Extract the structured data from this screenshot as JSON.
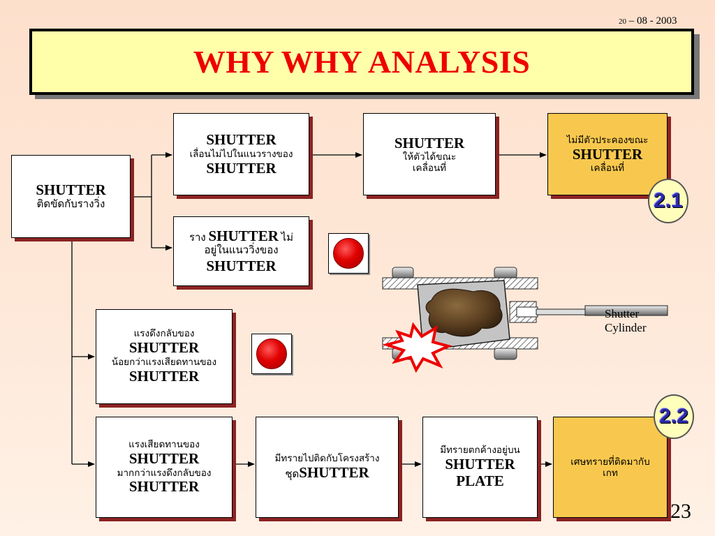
{
  "date": {
    "day": "20",
    "rest": " – 08 - 2003"
  },
  "title": "WHY WHY ANALYSIS",
  "root": {
    "line1": "SHUTTER",
    "line2": "ติดขัดกับรางวิ่ง"
  },
  "row1": {
    "box1": {
      "line1": "SHUTTER",
      "line2": "เลื่อนไม่ไปในแนวรางของ",
      "line3": "SHUTTER"
    },
    "box2": {
      "line1": "SHUTTER",
      "line2": "ให้ตัวได้ขณะ",
      "line3": "เคลื่อนที่"
    },
    "box3": {
      "line1": "ไม่มีตัวประคองขณะ",
      "line2": "SHUTTER",
      "line3": "เคลื่อนที่"
    }
  },
  "row2": {
    "box": {
      "pre": "ราง ",
      "mid": "SHUTTER",
      "post": " ไม่",
      "line2": "อยู่ในแนววิ่งของ",
      "line3": "SHUTTER"
    }
  },
  "row3": {
    "box": {
      "line1": "แรงดึงกลับของ",
      "line2": "SHUTTER",
      "line3": "น้อยกว่าแรงเสียดทานของ",
      "line4": "SHUTTER"
    }
  },
  "row4": {
    "box1": {
      "line1": "แรงเสียดทานของ",
      "line2": "SHUTTER",
      "line3": "มากกว่าแรงดึงกลับของ",
      "line4": "SHUTTER"
    },
    "box2": {
      "line1": "มีทรายไปติดกับโครงสร้าง",
      "pre2": "ชุด",
      "line2": "SHUTTER"
    },
    "box3": {
      "line1": "มีทรายตกค้างอยู่บน",
      "line2": "SHUTTER",
      "line3": "PLATE"
    },
    "box4": {
      "line1": "เศษทรายที่ติดมากับ",
      "line2": "เกท"
    }
  },
  "badges": {
    "b1": "2.1",
    "b2": "2.2"
  },
  "illustration": {
    "label1": "Shutter",
    "label2": "Cylinder"
  },
  "page_number": "23",
  "colors": {
    "title": "#ee0000",
    "title_bg": "#ffffaa",
    "highlight_box": "#f8c84e",
    "box_shadow": "#8b2323",
    "badge_text": "#2a2aa8"
  }
}
